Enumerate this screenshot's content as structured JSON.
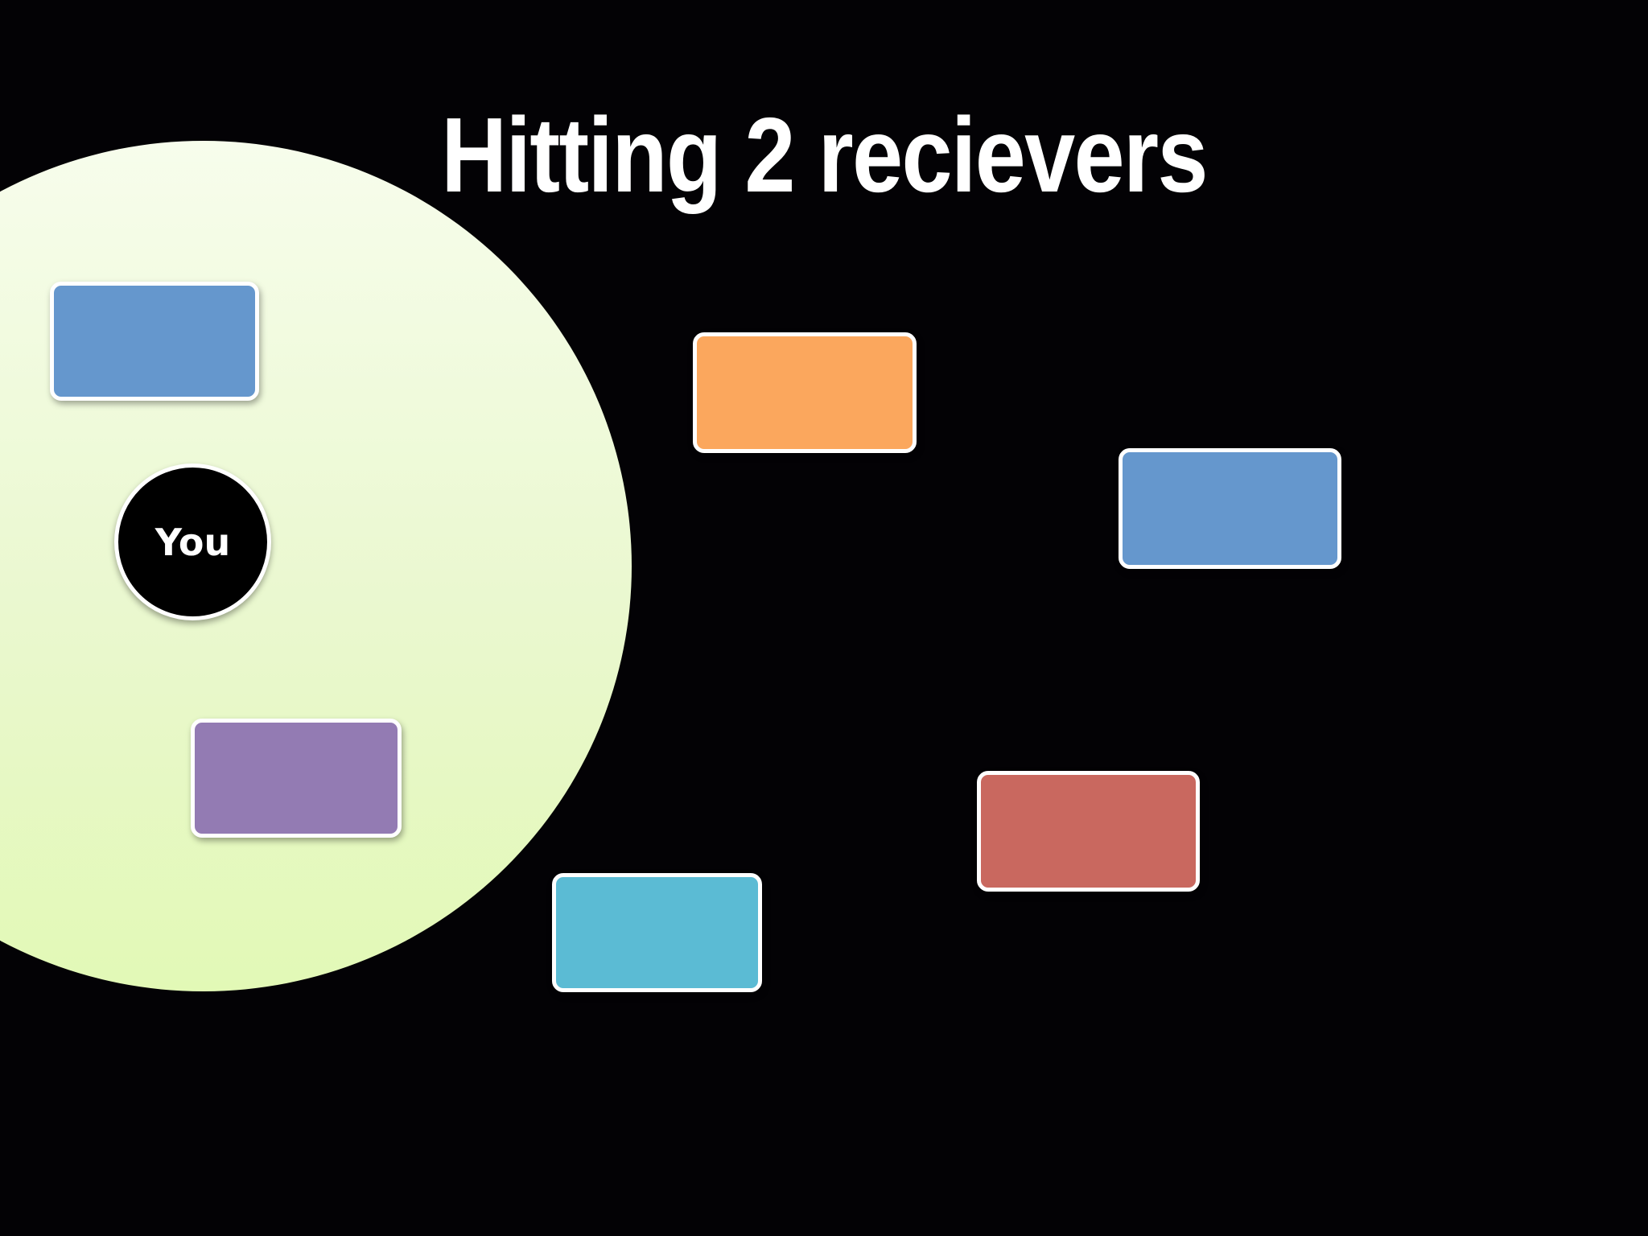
{
  "slide": {
    "title": "Hitting 2 recievers",
    "background_color": "#030205",
    "range_circle_color": "#e9f8cd"
  },
  "you": {
    "label": "You"
  },
  "receivers": [
    {
      "name": "blue",
      "color": "#6597cd",
      "inside_range": true
    },
    {
      "name": "purple",
      "color": "#937bb3",
      "inside_range": true
    },
    {
      "name": "orange",
      "color": "#fba75d",
      "inside_range": false
    },
    {
      "name": "blue",
      "color": "#6597cd",
      "inside_range": false
    },
    {
      "name": "red",
      "color": "#c9685f",
      "inside_range": false
    },
    {
      "name": "cyan",
      "color": "#5bbbd4",
      "inside_range": false
    }
  ]
}
